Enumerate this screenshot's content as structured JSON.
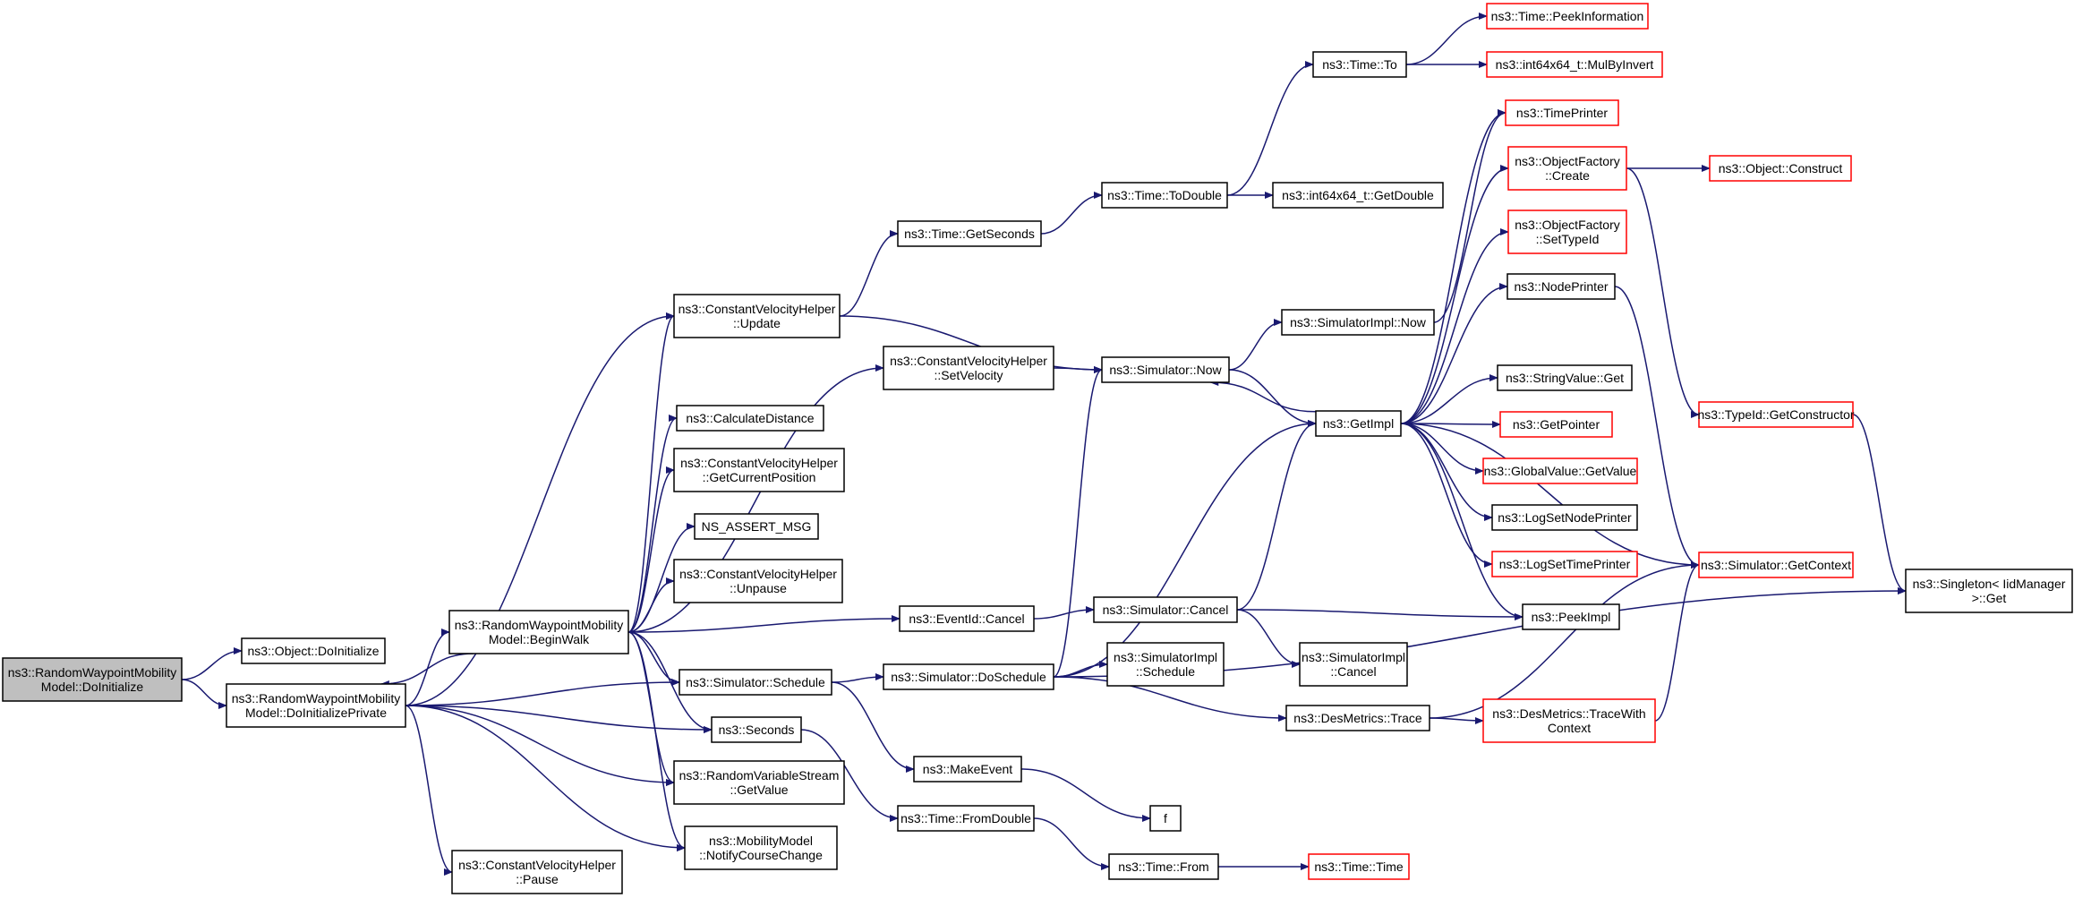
{
  "colors": {
    "edge": "#191970",
    "node_border": "#000000",
    "node_border_missing": "#ff0000",
    "node_fill": "#ffffff",
    "root_fill": "#bfbfbf",
    "text": "#000000"
  },
  "nodes": [
    {
      "id": "root",
      "lines": [
        "ns3::RandomWaypointMobility",
        "Model::DoInitialize"
      ],
      "style": "root"
    },
    {
      "id": "objdoinit",
      "lines": [
        "ns3::Object::DoInitialize"
      ],
      "style": "normal"
    },
    {
      "id": "doinitpriv",
      "lines": [
        "ns3::RandomWaypointMobility",
        "Model::DoInitializePrivate"
      ],
      "style": "normal"
    },
    {
      "id": "beginwalk",
      "lines": [
        "ns3::RandomWaypointMobility",
        "Model::BeginWalk"
      ],
      "style": "normal"
    },
    {
      "id": "cvhpause",
      "lines": [
        "ns3::ConstantVelocityHelper",
        "::Pause"
      ],
      "style": "normal"
    },
    {
      "id": "cvhupdate",
      "lines": [
        "ns3::ConstantVelocityHelper",
        "::Update"
      ],
      "style": "normal"
    },
    {
      "id": "calcdist",
      "lines": [
        "ns3::CalculateDistance"
      ],
      "style": "normal"
    },
    {
      "id": "cvhgetpos",
      "lines": [
        "ns3::ConstantVelocityHelper",
        "::GetCurrentPosition"
      ],
      "style": "normal"
    },
    {
      "id": "nsassert",
      "lines": [
        "NS_ASSERT_MSG"
      ],
      "style": "normal"
    },
    {
      "id": "cvhunpause",
      "lines": [
        "ns3::ConstantVelocityHelper",
        "::Unpause"
      ],
      "style": "normal"
    },
    {
      "id": "simschedule",
      "lines": [
        "ns3::Simulator::Schedule"
      ],
      "style": "normal"
    },
    {
      "id": "seconds",
      "lines": [
        "ns3::Seconds"
      ],
      "style": "normal"
    },
    {
      "id": "rvsget",
      "lines": [
        "ns3::RandomVariableStream",
        "::GetValue"
      ],
      "style": "normal"
    },
    {
      "id": "notifycc",
      "lines": [
        "ns3::MobilityModel",
        "::NotifyCourseChange"
      ],
      "style": "normal"
    },
    {
      "id": "getseconds",
      "lines": [
        "ns3::Time::GetSeconds"
      ],
      "style": "normal"
    },
    {
      "id": "cvhsetvel",
      "lines": [
        "ns3::ConstantVelocityHelper",
        "::SetVelocity"
      ],
      "style": "normal"
    },
    {
      "id": "eventcancel",
      "lines": [
        "ns3::EventId::Cancel"
      ],
      "style": "normal"
    },
    {
      "id": "simdoschedule",
      "lines": [
        "ns3::Simulator::DoSchedule"
      ],
      "style": "normal"
    },
    {
      "id": "makeevent",
      "lines": [
        "ns3::MakeEvent"
      ],
      "style": "normal"
    },
    {
      "id": "fromdouble",
      "lines": [
        "ns3::Time::FromDouble"
      ],
      "style": "normal"
    },
    {
      "id": "todouble",
      "lines": [
        "ns3::Time::ToDouble"
      ],
      "style": "normal"
    },
    {
      "id": "simnow",
      "lines": [
        "ns3::Simulator::Now"
      ],
      "style": "normal"
    },
    {
      "id": "simcancel",
      "lines": [
        "ns3::Simulator::Cancel"
      ],
      "style": "normal"
    },
    {
      "id": "simimplsched",
      "lines": [
        "ns3::SimulatorImpl",
        "::Schedule"
      ],
      "style": "normal"
    },
    {
      "id": "f",
      "lines": [
        "f"
      ],
      "style": "normal"
    },
    {
      "id": "timefrom",
      "lines": [
        "ns3::Time::From"
      ],
      "style": "normal"
    },
    {
      "id": "timeto",
      "lines": [
        "ns3::Time::To"
      ],
      "style": "normal"
    },
    {
      "id": "int64getdouble",
      "lines": [
        "ns3::int64x64_t::GetDouble"
      ],
      "style": "normal"
    },
    {
      "id": "simimplnow",
      "lines": [
        "ns3::SimulatorImpl::Now"
      ],
      "style": "normal"
    },
    {
      "id": "getimpl",
      "lines": [
        "ns3::GetImpl"
      ],
      "style": "normal"
    },
    {
      "id": "simimplcancel",
      "lines": [
        "ns3::SimulatorImpl",
        "::Cancel"
      ],
      "style": "normal"
    },
    {
      "id": "desmetricstrace",
      "lines": [
        "ns3::DesMetrics::Trace"
      ],
      "style": "normal"
    },
    {
      "id": "timetime",
      "lines": [
        "ns3::Time::Time"
      ],
      "style": "missing"
    },
    {
      "id": "peekinfo",
      "lines": [
        "ns3::Time::PeekInformation"
      ],
      "style": "missing"
    },
    {
      "id": "mulbyinvert",
      "lines": [
        "ns3::int64x64_t::MulByInvert"
      ],
      "style": "missing"
    },
    {
      "id": "timeprinter",
      "lines": [
        "ns3::TimePrinter"
      ],
      "style": "missing"
    },
    {
      "id": "objfactcreate",
      "lines": [
        "ns3::ObjectFactory",
        "::Create"
      ],
      "style": "missing"
    },
    {
      "id": "objfactsettype",
      "lines": [
        "ns3::ObjectFactory",
        "::SetTypeId"
      ],
      "style": "missing"
    },
    {
      "id": "nodeprinter",
      "lines": [
        "ns3::NodePrinter"
      ],
      "style": "normal"
    },
    {
      "id": "stringvalueget",
      "lines": [
        "ns3::StringValue::Get"
      ],
      "style": "normal"
    },
    {
      "id": "getpointer",
      "lines": [
        "ns3::GetPointer"
      ],
      "style": "missing"
    },
    {
      "id": "globalvalueget",
      "lines": [
        "ns3::GlobalValue::GetValue"
      ],
      "style": "missing"
    },
    {
      "id": "logsetnode",
      "lines": [
        "ns3::LogSetNodePrinter"
      ],
      "style": "normal"
    },
    {
      "id": "logsettime",
      "lines": [
        "ns3::LogSetTimePrinter"
      ],
      "style": "missing"
    },
    {
      "id": "peekimpl",
      "lines": [
        "ns3::PeekImpl"
      ],
      "style": "normal"
    },
    {
      "id": "tracewithctx",
      "lines": [
        "ns3::DesMetrics::TraceWith",
        "Context"
      ],
      "style": "missing"
    },
    {
      "id": "objconstruct",
      "lines": [
        "ns3::Object::Construct"
      ],
      "style": "missing"
    },
    {
      "id": "typeidgetctor",
      "lines": [
        "ns3::TypeId::GetConstructor"
      ],
      "style": "missing"
    },
    {
      "id": "simgetctx",
      "lines": [
        "ns3::Simulator::GetContext"
      ],
      "style": "missing"
    },
    {
      "id": "singletonget",
      "lines": [
        "ns3::Singleton< IidManager",
        ">::Get"
      ],
      "style": "normal"
    }
  ],
  "edges": [
    [
      "root",
      "objdoinit"
    ],
    [
      "root",
      "doinitpriv"
    ],
    [
      "doinitpriv",
      "beginwalk"
    ],
    [
      "doinitpriv",
      "cvhpause"
    ],
    [
      "doinitpriv",
      "cvhupdate"
    ],
    [
      "doinitpriv",
      "simschedule"
    ],
    [
      "doinitpriv",
      "seconds"
    ],
    [
      "doinitpriv",
      "rvsget"
    ],
    [
      "doinitpriv",
      "notifycc"
    ],
    [
      "beginwalk",
      "doinitpriv"
    ],
    [
      "beginwalk",
      "cvhupdate"
    ],
    [
      "beginwalk",
      "calcdist"
    ],
    [
      "beginwalk",
      "cvhgetpos"
    ],
    [
      "beginwalk",
      "nsassert"
    ],
    [
      "beginwalk",
      "cvhunpause"
    ],
    [
      "beginwalk",
      "eventcancel"
    ],
    [
      "beginwalk",
      "simschedule"
    ],
    [
      "beginwalk",
      "seconds"
    ],
    [
      "beginwalk",
      "rvsget"
    ],
    [
      "beginwalk",
      "notifycc"
    ],
    [
      "beginwalk",
      "cvhsetvel"
    ],
    [
      "cvhupdate",
      "getseconds"
    ],
    [
      "cvhupdate",
      "simnow"
    ],
    [
      "cvhsetvel",
      "simnow"
    ],
    [
      "getseconds",
      "todouble"
    ],
    [
      "todouble",
      "timeto"
    ],
    [
      "todouble",
      "int64getdouble"
    ],
    [
      "timeto",
      "peekinfo"
    ],
    [
      "timeto",
      "mulbyinvert"
    ],
    [
      "simnow",
      "simimplnow"
    ],
    [
      "simnow",
      "getimpl"
    ],
    [
      "getimpl",
      "simnow"
    ],
    [
      "eventcancel",
      "simcancel"
    ],
    [
      "simcancel",
      "getimpl"
    ],
    [
      "simcancel",
      "peekimpl"
    ],
    [
      "simcancel",
      "simimplcancel"
    ],
    [
      "simschedule",
      "simdoschedule"
    ],
    [
      "simschedule",
      "makeevent"
    ],
    [
      "simdoschedule",
      "simnow"
    ],
    [
      "simdoschedule",
      "getimpl"
    ],
    [
      "simdoschedule",
      "simimplsched"
    ],
    [
      "simdoschedule",
      "desmetricstrace"
    ],
    [
      "simdoschedule",
      "singletonget"
    ],
    [
      "seconds",
      "fromdouble"
    ],
    [
      "fromdouble",
      "timefrom"
    ],
    [
      "timefrom",
      "timetime"
    ],
    [
      "makeevent",
      "f"
    ],
    [
      "getimpl",
      "timeprinter"
    ],
    [
      "getimpl",
      "objfactcreate"
    ],
    [
      "getimpl",
      "objfactsettype"
    ],
    [
      "getimpl",
      "nodeprinter"
    ],
    [
      "getimpl",
      "stringvalueget"
    ],
    [
      "getimpl",
      "getpointer"
    ],
    [
      "getimpl",
      "globalvalueget"
    ],
    [
      "getimpl",
      "logsetnode"
    ],
    [
      "getimpl",
      "logsettime"
    ],
    [
      "getimpl",
      "peekimpl"
    ],
    [
      "getimpl",
      "simgetctx"
    ],
    [
      "simimplnow",
      "timeprinter"
    ],
    [
      "objfactcreate",
      "objconstruct"
    ],
    [
      "objfactcreate",
      "typeidgetctor"
    ],
    [
      "typeidgetctor",
      "singletonget"
    ],
    [
      "nodeprinter",
      "simgetctx"
    ],
    [
      "desmetricstrace",
      "tracewithctx"
    ],
    [
      "desmetricstrace",
      "simgetctx"
    ],
    [
      "tracewithctx",
      "simgetctx"
    ]
  ]
}
